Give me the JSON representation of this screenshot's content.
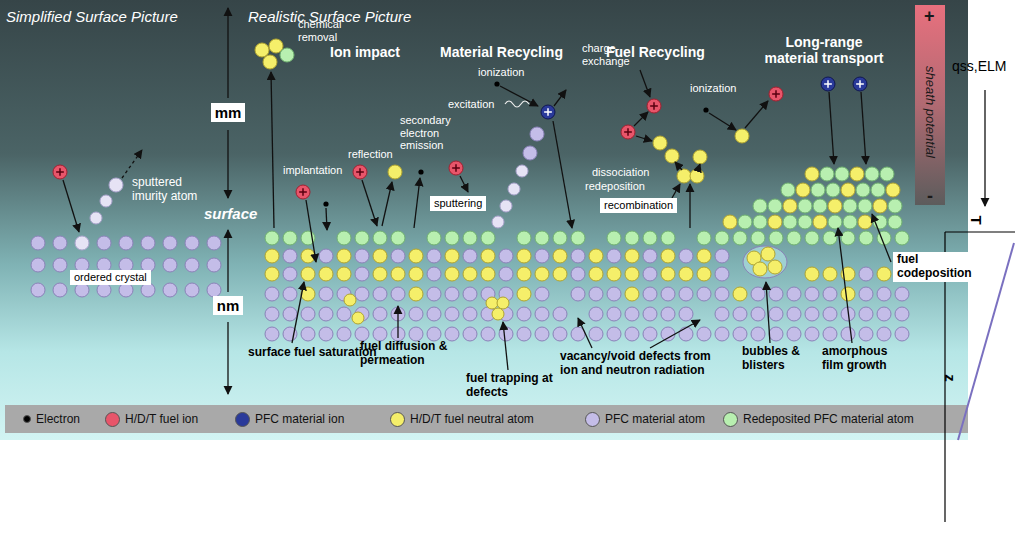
{
  "diagram": {
    "nodes": [
      {
        "text": [
          "mm"
        ]
      },
      {
        "text": [
          "nm"
        ]
      },
      {
        "text": [
          "ordered crystal"
        ]
      },
      {
        "text": [
          "sputtering"
        ]
      },
      {
        "text": [
          "recombination"
        ]
      },
      {
        "text": [
          "fuel codeposition"
        ]
      }
    ],
    "labels": [
      "Simplified Surface Picture",
      "Realistic Surface Picture",
      "Ion impact",
      "Material Recycling",
      "Fuel Recycling",
      "Long-range material transport",
      "sputtered imurity atom",
      "surface",
      "chemical removal",
      "implantation",
      "reflection",
      "secondary electron emission",
      "ionization",
      "excitation",
      "redeposition",
      "charge-exchange",
      "ionization",
      "dissociation",
      "sheath potential",
      "+",
      "-",
      "surface fuel saturation",
      "fuel diffusion & permeation",
      "fuel trapping at defects",
      "vacancy/void defects from ion and neutron radiation",
      "bubbles & blisters",
      "amorphous film growth",
      "qss,ELM",
      "T",
      "z"
    ],
    "legend": [
      {
        "text": "Electron",
        "color": "#000000"
      },
      {
        "text": "H/D/T fuel ion",
        "color": "#e8556a"
      },
      {
        "text": "PFC material ion",
        "color": "#2a3a9a"
      },
      {
        "text": "H/D/T fuel neutral atom",
        "color": "#f5ef6a"
      },
      {
        "text": "PFC material atom",
        "color": "#c4bde8"
      },
      {
        "text": "Redeposited PFC material atom",
        "color": "#b8efb0"
      }
    ]
  }
}
